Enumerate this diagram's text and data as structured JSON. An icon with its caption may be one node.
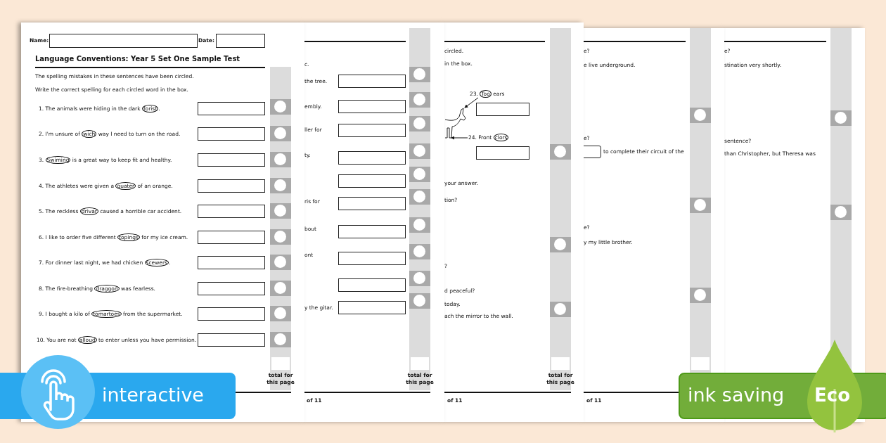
{
  "diagram": {
    "nodes": [
      {
        "text": [
          "23. Too ears"
        ]
      },
      {
        "text": [
          "24. Front clors"
        ]
      },
      {
        "text": [],
        "shape": "picture"
      }
    ],
    "edges": [
      {
        "from": 0,
        "to": 2,
        "arrow": "to"
      },
      {
        "from": 1,
        "to": 2,
        "arrow": "to"
      }
    ],
    "labels": [
      "Name:",
      "Date:",
      "Language Conventions: Year 5 Set One Sample Test",
      "The spelling mistakes in these sentences have been circled.",
      "Write the correct spelling for each circled word in the box.",
      "1. The animals were hiding in the dark forist.",
      "2. I'm unsure of wich way I need to turn on the road.",
      "3. Swiming is a great way to keep fit and healthy.",
      "4. The athletes were given a quater of an orange.",
      "5. The reckless drivar caused a horrible car accident.",
      "6. I like to order five different topings for my ice cream.",
      "7. For dinner last night, we had chicken scewers.",
      "8. The fire-breathing draggon was fearless.",
      "9. I bought a kilo of tomartoes from the supermarket.",
      "10. You are not alloud to enter unless you have permission.",
      "total for this page",
      "c.",
      "the tree.",
      "embly.",
      "ller for",
      "ty.",
      "ris for",
      "bout",
      "ont",
      "y the gitar.",
      "total for this page",
      "of 11",
      "circled.",
      "in the box.",
      "your answer.",
      "tion?",
      "?",
      "d peaceful?",
      "today.",
      "ach the mirror to the wall.",
      "total for this page",
      "of 11",
      "e?",
      "e live underground.",
      "e?",
      "to complete their circuit of the",
      "e?",
      "y my little brother.",
      "of 11",
      "e?",
      "stination very shortly.",
      "sentence?",
      "than Christopher, but Theresa was",
      "interactive",
      "ink saving",
      "Eco"
    ]
  }
}
